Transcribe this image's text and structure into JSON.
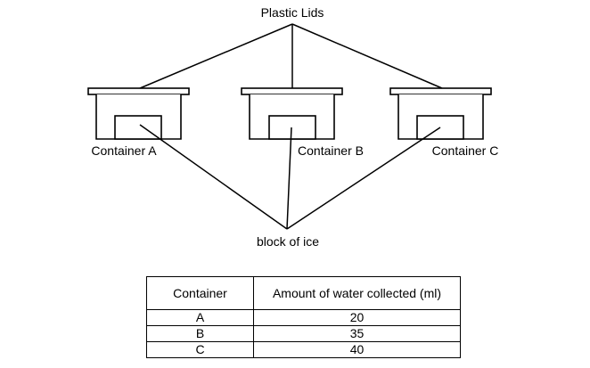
{
  "diagram": {
    "top_label": "Plastic Lids",
    "bottom_label": "block of ice",
    "containers": [
      {
        "label": "Container A"
      },
      {
        "label": "Container B"
      },
      {
        "label": "Container C"
      }
    ]
  },
  "table": {
    "headers": [
      "Container",
      "Amount of water collected (ml)"
    ],
    "rows": [
      {
        "container": "A",
        "amount": "20"
      },
      {
        "container": "B",
        "amount": "35"
      },
      {
        "container": "C",
        "amount": "40"
      }
    ]
  }
}
